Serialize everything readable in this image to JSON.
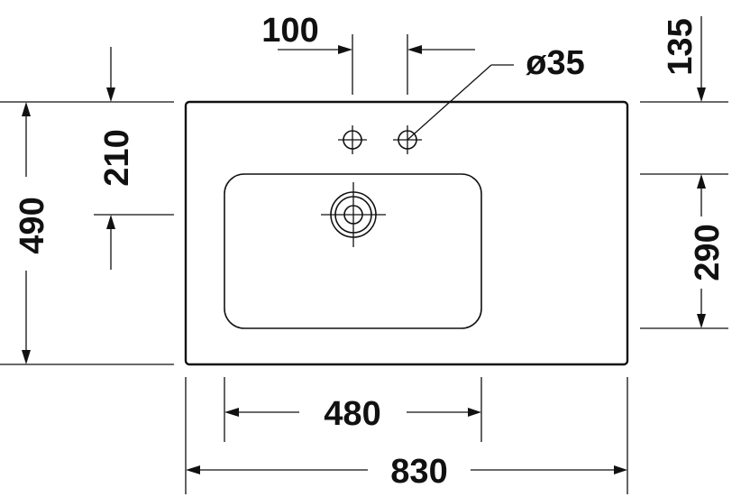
{
  "dimensions": {
    "total_width": "830",
    "basin_width": "480",
    "total_depth": "490",
    "front_to_drain": "210",
    "basin_depth": "290",
    "tap_hole_spacing": "100",
    "tap_hole_diameter": "ø35",
    "back_to_basin": "135"
  },
  "colors": {
    "line": "#111111",
    "background": "#ffffff"
  }
}
